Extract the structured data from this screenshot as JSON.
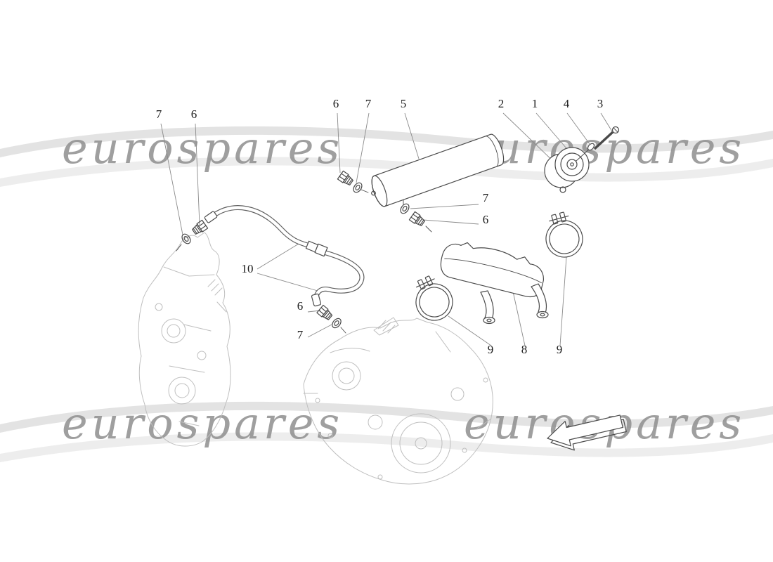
{
  "watermark": {
    "text": "eurospares",
    "color": "#8f8f8f",
    "swoosh_color_light": "#e3e3e3",
    "swoosh_color_lighter": "#ededed"
  },
  "diagram": {
    "line_color": "#4a4a4a",
    "sketch_color": "#bfbfbf",
    "label_color": "#1a1a1a",
    "callouts": [
      {
        "id": "7-engine-washer",
        "text": "7"
      },
      {
        "id": "6-engine-fitting",
        "text": "6"
      },
      {
        "id": "6-cylinder-top-fitting",
        "text": "6"
      },
      {
        "id": "7-cylinder-top-washer",
        "text": "7"
      },
      {
        "id": "5-cylinder",
        "text": "5"
      },
      {
        "id": "2-pulley-plate",
        "text": "2"
      },
      {
        "id": "1-pulley",
        "text": "1"
      },
      {
        "id": "4-bolt-washer",
        "text": "4"
      },
      {
        "id": "3-bolt",
        "text": "3"
      },
      {
        "id": "7-cylinder-bottom-washer",
        "text": "7"
      },
      {
        "id": "6-cylinder-bottom-fitting",
        "text": "6"
      },
      {
        "id": "10-hose-assembly",
        "text": "10"
      },
      {
        "id": "6-lower-fitting",
        "text": "6"
      },
      {
        "id": "7-lower-washer",
        "text": "7"
      },
      {
        "id": "9-clamp-left",
        "text": "9"
      },
      {
        "id": "8-support-bracket",
        "text": "8"
      },
      {
        "id": "9-clamp-right",
        "text": "9"
      }
    ]
  }
}
